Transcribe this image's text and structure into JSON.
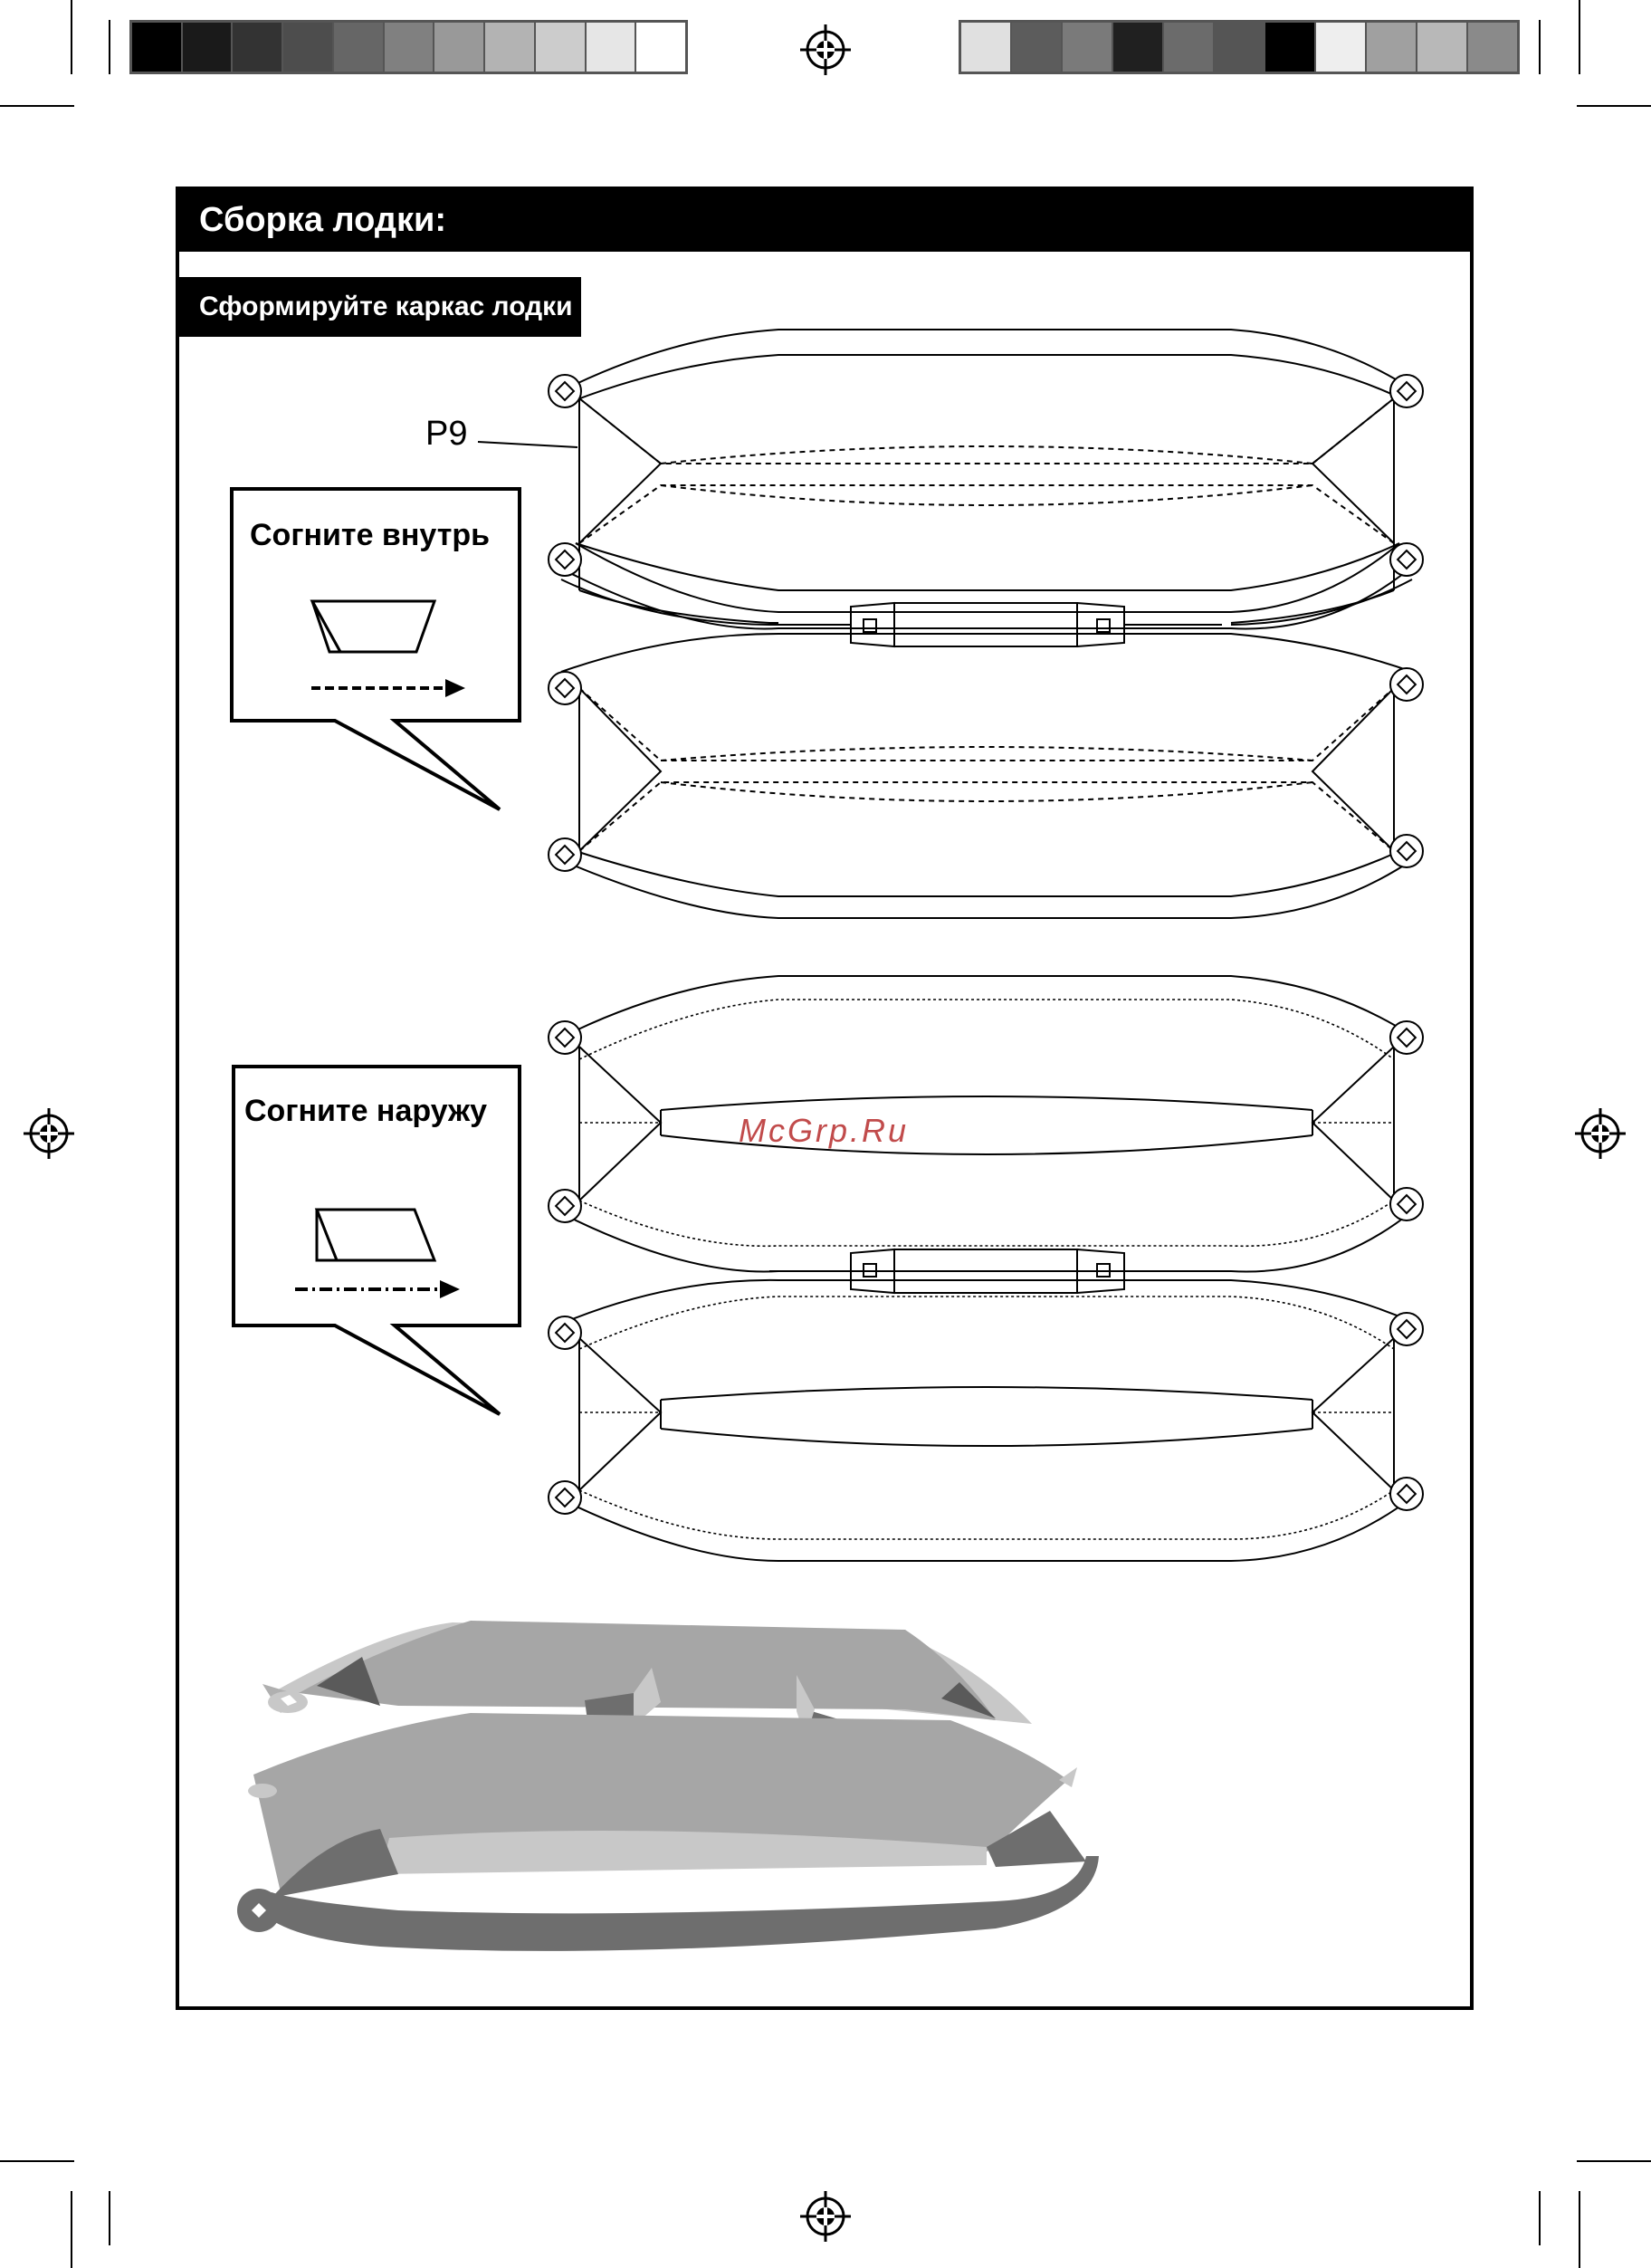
{
  "header": {
    "title": "Сборка лодки:"
  },
  "section": {
    "subtitle": "Сформируйте каркас лодки"
  },
  "part_label": "P9",
  "callouts": {
    "fold_in": "Согните внутрь",
    "fold_out": "Согните наружу"
  },
  "watermark": "McGrp.Ru",
  "colors": {
    "ink": "#000000",
    "gray_light": "#c8c8c8",
    "gray_mid": "#a6a6a6",
    "gray_dark": "#6e6e6e",
    "gray_darker": "#5a5a5a",
    "watermark": "#c14b4b"
  },
  "color_bar_left": [
    "#000000",
    "#1a1a1a",
    "#333333",
    "#4d4d4d",
    "#666666",
    "#808080",
    "#999999",
    "#b3b3b3",
    "#cccccc",
    "#e6e6e6",
    "#ffffff"
  ],
  "color_bar_right": [
    "#e0e0e0",
    "#5c5c5c",
    "#7a7a7a",
    "#202020",
    "#6b6b6b",
    "#555555",
    "#000000",
    "#eeeeee",
    "#a0a0a0",
    "#b8b8b8",
    "#8a8a8a"
  ]
}
